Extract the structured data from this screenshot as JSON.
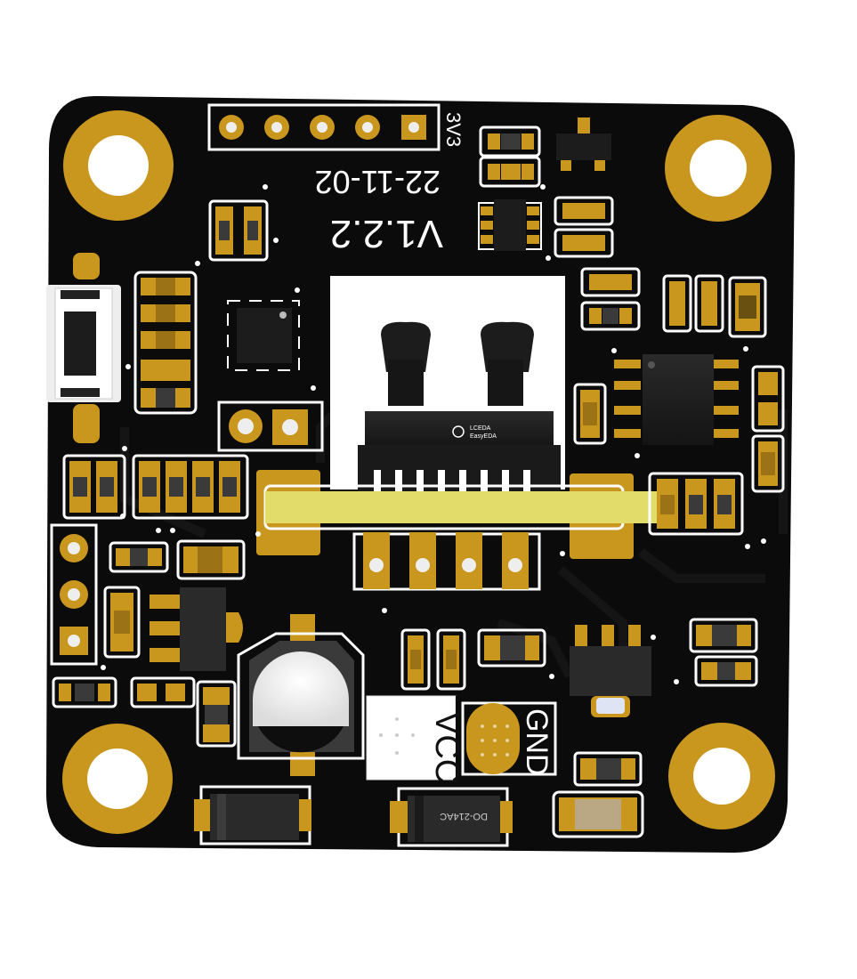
{
  "board": {
    "version_text": "V1.2.2",
    "date_text": "22-11-02",
    "header_label": "3V3",
    "vcc_label": "VCC",
    "gnd_label": "GND",
    "logo_line1": "LCEDA",
    "logo_line2": "EasyEDA",
    "diode_marking": "DO-214AC"
  },
  "colors": {
    "solder_mask": "#0b0b0b",
    "pad_gold": "#c9961e",
    "silkscreen": "#ffffff",
    "component_black": "#1c1c1c",
    "bridge_yellow": "#e2dd6a"
  }
}
